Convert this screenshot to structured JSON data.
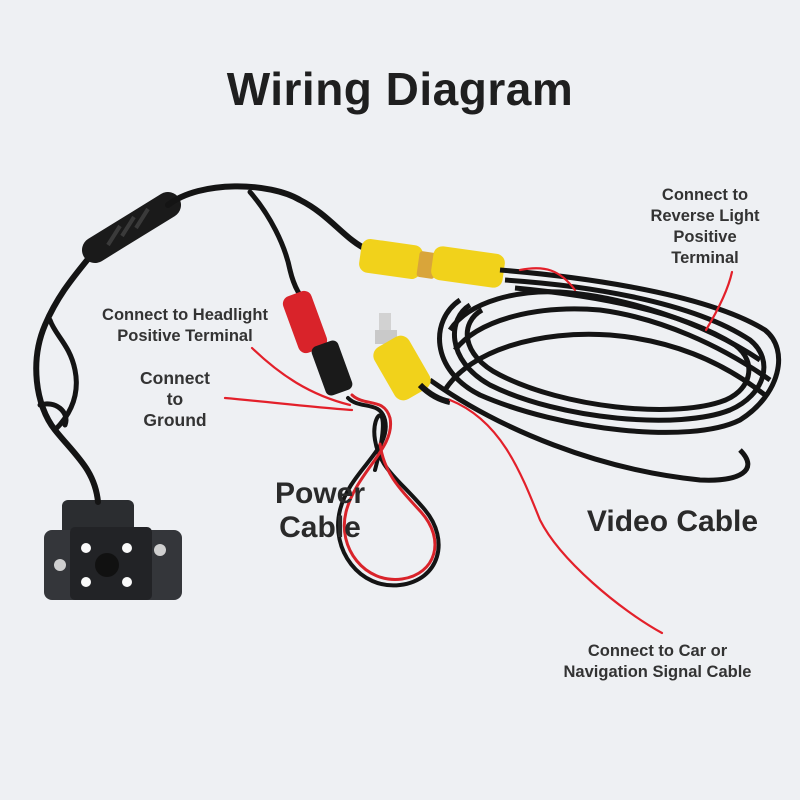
{
  "title": "Wiring Diagram",
  "labels": {
    "reverse_light": "Connect to\nReverse Light\nPositive\nTerminal",
    "headlight": "Connect to Headlight\nPositive Terminal",
    "ground": "Connect\nto\nGround",
    "power_cable": "Power\nCable",
    "video_cable": "Video Cable",
    "signal_cable": "Connect to Car or\nNavigation Signal Cable"
  },
  "colors": {
    "cable": "#141414",
    "rca_yellow": "#f1d21b",
    "power_red": "#d9232a",
    "wire_red": "#e3202a"
  }
}
